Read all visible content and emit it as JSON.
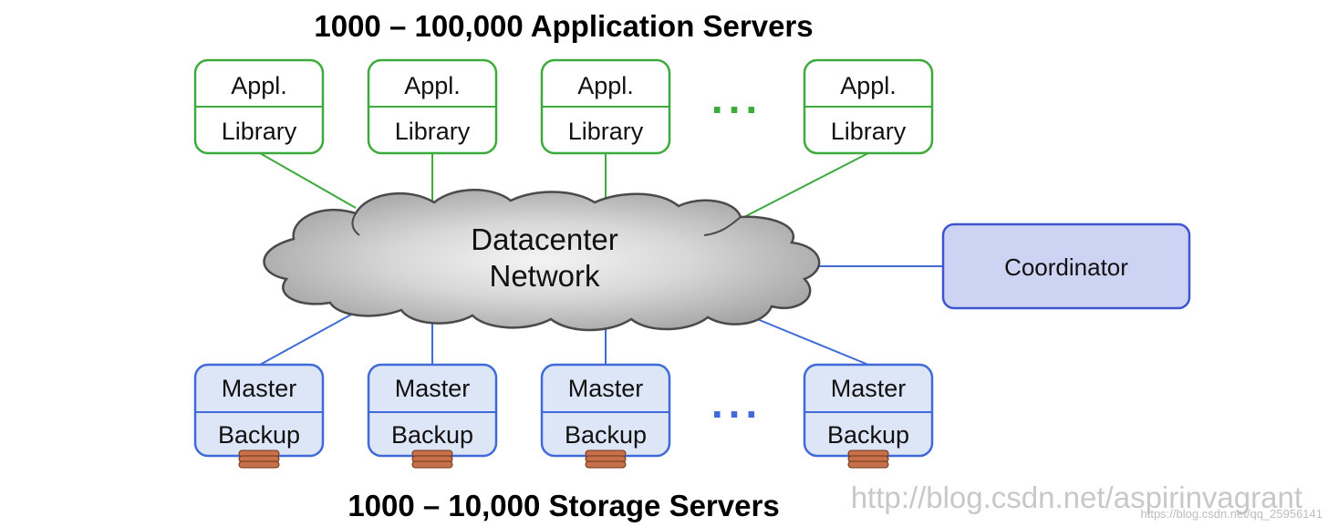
{
  "title_top": "1000 – 100,000 Application Servers",
  "title_bottom": "1000 – 10,000 Storage Servers",
  "network": {
    "line1": "Datacenter",
    "line2": "Network"
  },
  "coordinator": {
    "label": "Coordinator"
  },
  "app_servers": [
    {
      "top": "Appl.",
      "bottom": "Library"
    },
    {
      "top": "Appl.",
      "bottom": "Library"
    },
    {
      "top": "Appl.",
      "bottom": "Library"
    },
    {
      "top": "Appl.",
      "bottom": "Library"
    }
  ],
  "storage_servers": [
    {
      "top": "Master",
      "bottom": "Backup"
    },
    {
      "top": "Master",
      "bottom": "Backup"
    },
    {
      "top": "Master",
      "bottom": "Backup"
    },
    {
      "top": "Master",
      "bottom": "Backup"
    }
  ],
  "ellipsis": "...",
  "watermark": "http://blog.csdn.net/aspirinvagrant",
  "watermark_small": "https://blog.csdn.net/qq_25956141",
  "colors": {
    "app_stroke": "#3cab3c",
    "app_fill": "#ffffff",
    "storage_stroke": "#3f6ad8",
    "storage_fill": "#dde6f7",
    "coordinator_fill": "#cdd3f3",
    "coordinator_stroke": "#3f55d0",
    "cloud_fill": "#cacaca",
    "disk_fill": "#c8704a"
  }
}
